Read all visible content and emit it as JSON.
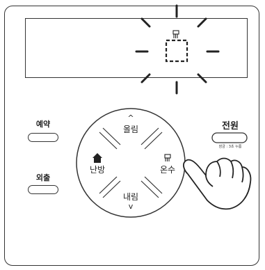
{
  "panel": {
    "buttons": {
      "reservation": {
        "label": "예약"
      },
      "away": {
        "label": "외출"
      },
      "power": {
        "label": "전원",
        "note": "잠금 : 3초 누름"
      }
    },
    "dial": {
      "up": {
        "label": "올림",
        "arrow": "^"
      },
      "down": {
        "label": "내림",
        "arrow": "v"
      },
      "heating": {
        "label": "난방",
        "icon": "house-icon"
      },
      "hot_water": {
        "label": "온수",
        "icon": "faucet-icon"
      }
    },
    "display": {
      "segment_icon": "faucet-icon",
      "digits_blink": true
    }
  },
  "colors": {
    "outline": "#333333",
    "background": "#ffffff"
  }
}
